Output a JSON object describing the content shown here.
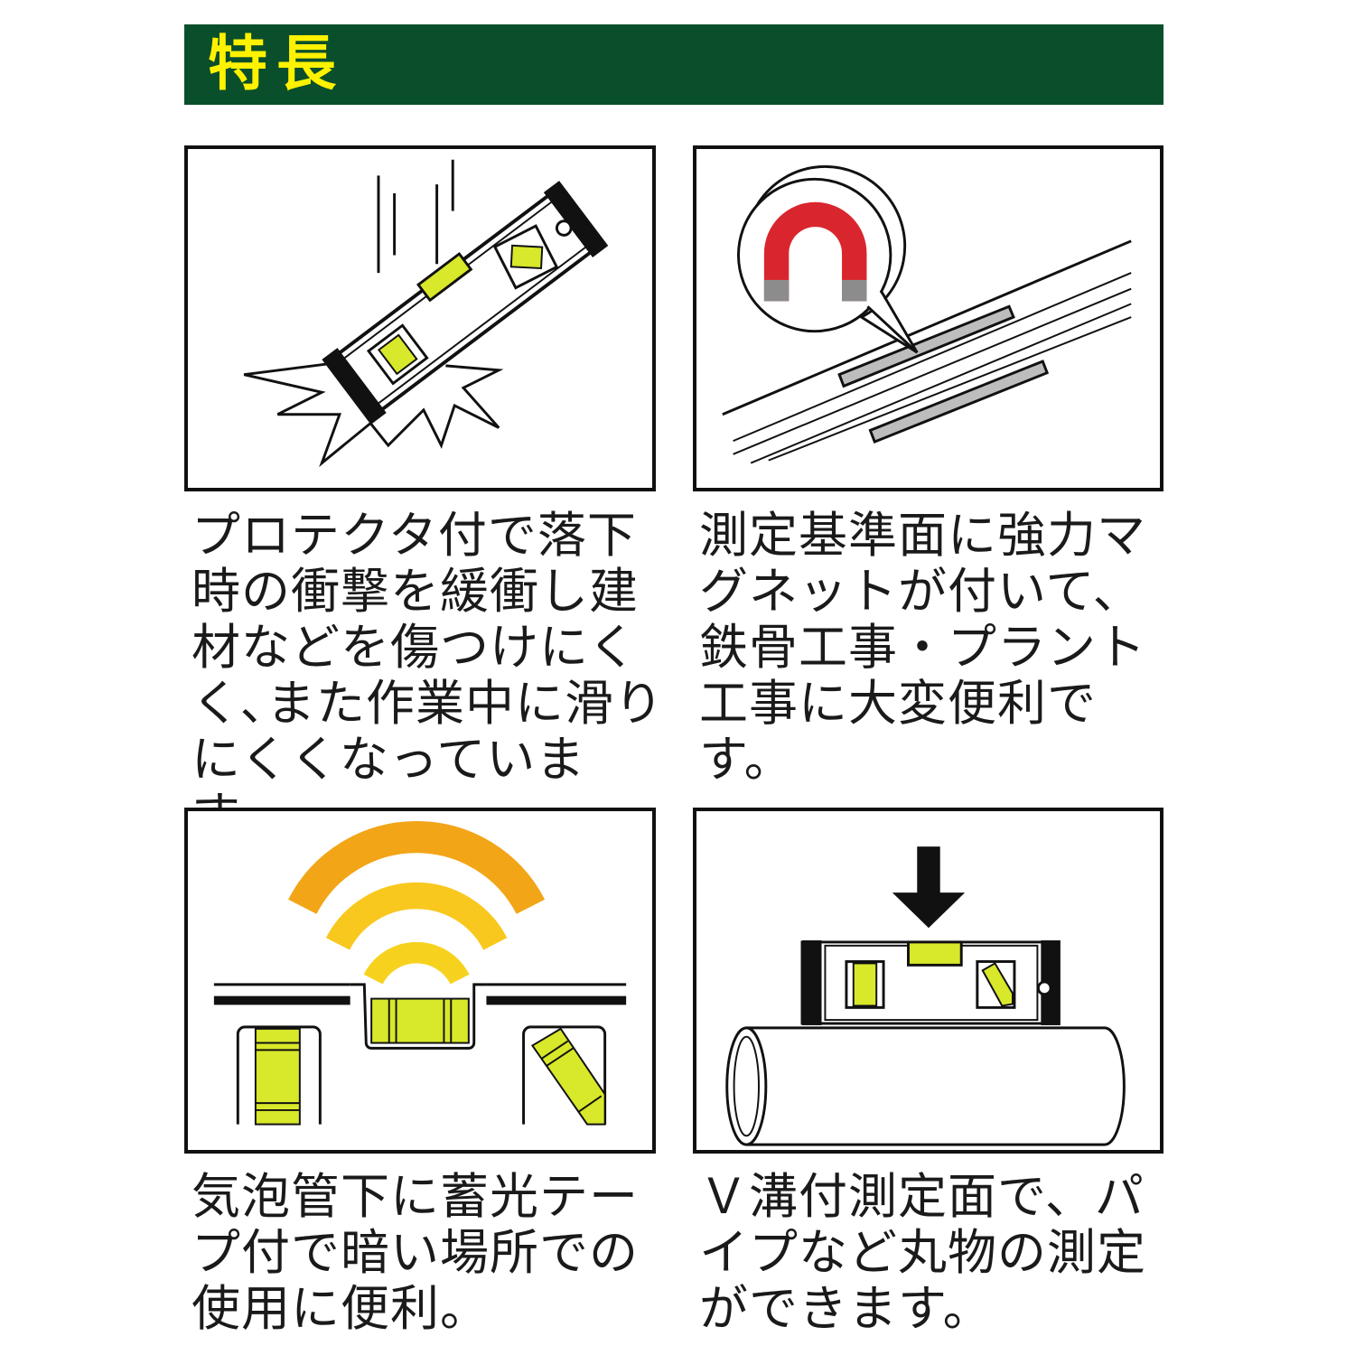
{
  "header": {
    "title": "特長"
  },
  "features": [
    {
      "id": "drop-protector",
      "caption": "プロテクタ付で落下\n時の衝撃を緩衝し建\n材などを傷つけにく\nく､また作業中に滑り\nにくくなっています。"
    },
    {
      "id": "magnet",
      "caption": "測定基準面に強力マ\nグネットが付いて、\n鉄骨工事・プラント\n工事に大変便利です。"
    },
    {
      "id": "luminous-tape",
      "caption": "気泡管下に蓄光テー\nプ付で暗い場所での\n使用に便利。"
    },
    {
      "id": "v-groove",
      "caption": "Ｖ溝付測定面で、パ\nイプなど丸物の測定\nができます。"
    }
  ],
  "colors": {
    "header_bg": "#0a4f2c",
    "header_text": "#fff200",
    "vial_green": "#d8e82a",
    "magnet_red": "#d9262e",
    "magnet_gray": "#8c8c8c",
    "glow_orange": "#f2a516",
    "glow_yellow": "#f8c81e",
    "strip_gray": "#bdbdbd"
  }
}
